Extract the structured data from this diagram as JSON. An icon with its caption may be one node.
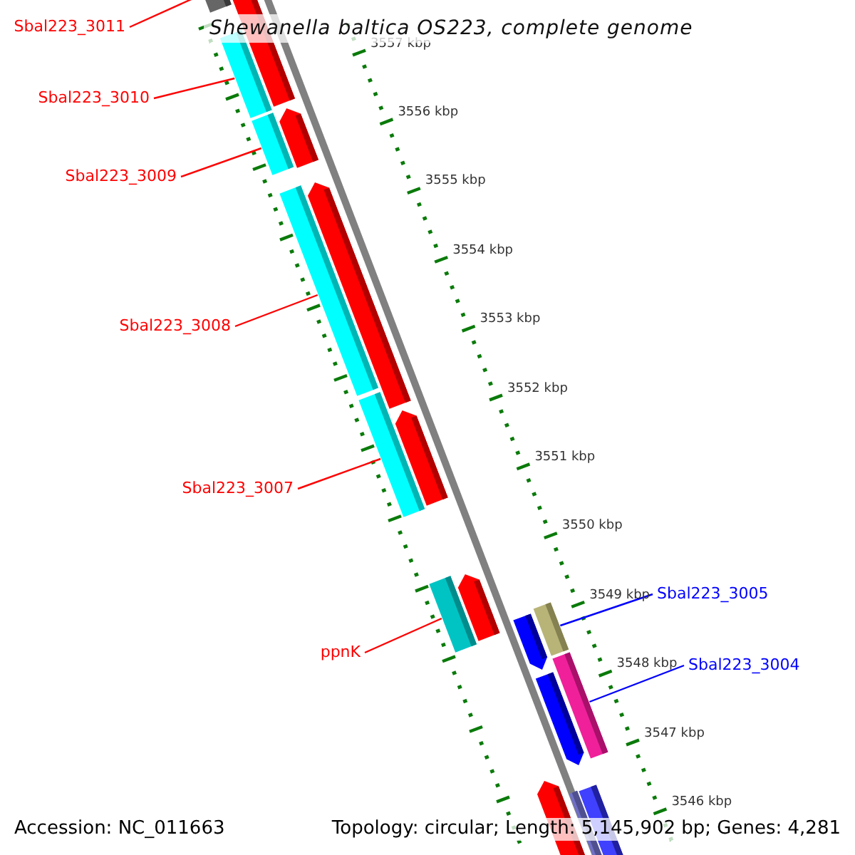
{
  "diagram": {
    "title": "Shewanella baltica OS223, complete genome",
    "nodes": [
      {
        "text": [
          "Sbal223_3011"
        ]
      },
      {
        "text": [],
        "shape": "bar"
      },
      {
        "text": [
          "Sbal223_3010"
        ]
      },
      {
        "text": [],
        "shape": "bar"
      },
      {
        "text": [
          "Sbal223_3009"
        ]
      },
      {
        "text": [],
        "shape": "bar"
      },
      {
        "text": [
          "Sbal223_3008"
        ]
      },
      {
        "text": [],
        "shape": "bar"
      },
      {
        "text": [
          "Sbal223_3007"
        ]
      },
      {
        "text": [],
        "shape": "bar"
      },
      {
        "text": [
          "ppnK"
        ]
      },
      {
        "text": [],
        "shape": "bar"
      },
      {
        "text": [
          "Sbal223_3005"
        ]
      },
      {
        "text": [],
        "shape": "bar"
      },
      {
        "text": [
          "Sbal223_3004"
        ]
      },
      {
        "text": [],
        "shape": "bar"
      }
    ],
    "edges": [
      {
        "from": 0,
        "to": 1,
        "arrow": "none"
      },
      {
        "from": 2,
        "to": 3,
        "arrow": "none"
      },
      {
        "from": 4,
        "to": 5,
        "arrow": "none"
      },
      {
        "from": 6,
        "to": 7,
        "arrow": "none"
      },
      {
        "from": 8,
        "to": 9,
        "arrow": "none"
      },
      {
        "from": 10,
        "to": 11,
        "arrow": "none"
      },
      {
        "from": 12,
        "to": 13,
        "arrow": "none",
        "color": "#0000ff"
      },
      {
        "from": 14,
        "to": 15,
        "arrow": "none",
        "color": "#0000ff"
      }
    ],
    "labels": [
      "3557 kbp",
      "3556 kbp",
      "3555 kbp",
      "3554 kbp",
      "3553 kbp",
      "3552 kbp",
      "3551 kbp",
      "3550 kbp",
      "3549 kbp",
      "3548 kbp",
      "3547 kbp",
      "3546 kbp",
      "Accession: NC_011663",
      "Topology: circular; Length: 5,145,902 bp; Genes: 4,281"
    ]
  }
}
